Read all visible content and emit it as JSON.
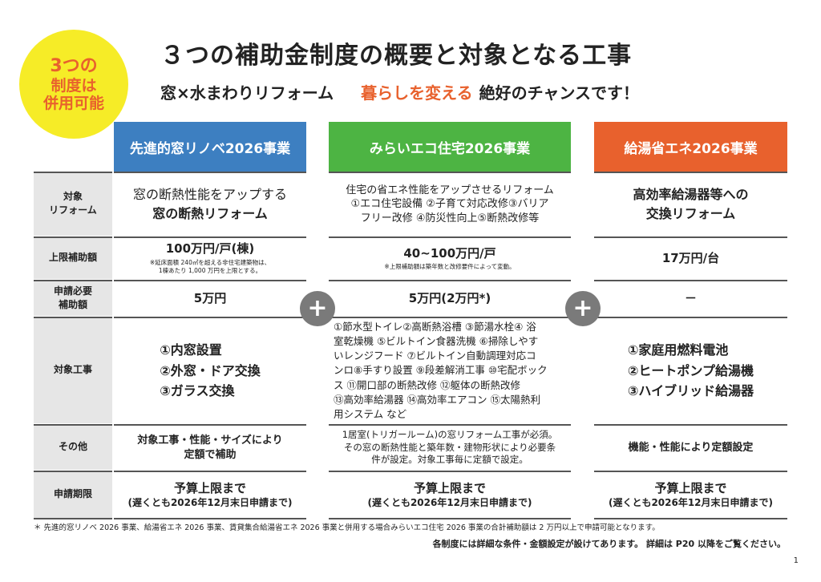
{
  "badge": {
    "line1": "3つの",
    "line2": "制度は",
    "line3": "併用可能"
  },
  "title": "３つの補助金制度の概要と対象となる工事",
  "subtitle": {
    "part1": "窓×水まわりリフォーム",
    "accent": "暮らしを変える",
    "part2": "絶好のチャンスです！"
  },
  "colors": {
    "blue": "#3d7fc1",
    "green": "#4db443",
    "orange": "#e8612d",
    "yellow": "#f6ec27",
    "label_bg": "#e6e6e6"
  },
  "columns": [
    {
      "name": "先進的窓リノベ2026事業"
    },
    {
      "name": "みらいエコ住宅2026事業"
    },
    {
      "name": "給湯省エネ2026事業"
    }
  ],
  "rows": {
    "target_reform": {
      "label_1": "対象",
      "label_2": "リフォーム",
      "c1_1": "窓の断熱性能をアップする",
      "c1_2": "窓の断熱リフォーム",
      "c2_1": "住宅の省エネ性能をアップさせるリフォーム",
      "c2_2": "①エコ住宅設備 ②子育て対応改修③バリア",
      "c2_3": "フリー改修 ④防災性向上⑤断熱改修等",
      "c3_1": "高効率給湯器等への",
      "c3_2": "交換リフォーム"
    },
    "max_subsidy": {
      "label": "上限補助額",
      "c1_main": "100万円/戸(棟)",
      "c1_note1": "※延床面積 240㎡を超える非住宅建築物は、",
      "c1_note2": "1棟あたり 1,000 万円を上限とする。",
      "c2_main": "40~100万円/戸",
      "c2_note": "※上限補助額は築年数と改修要件によって変動。",
      "c3_main": "17万円/台"
    },
    "min_required": {
      "label_1": "申請必要",
      "label_2": "補助額",
      "c1": "5万円",
      "c2": "5万円(2万円*)",
      "c3": "－"
    },
    "target_works": {
      "label": "対象工事",
      "c1": [
        "①内窓設置",
        "②外窓・ドア交換",
        "③ガラス交換"
      ],
      "c2": [
        "①節水型トイレ②高断熱浴槽 ③節湯水栓④ 浴",
        "室乾燥機 ⑤ビルトイン食器洗機 ⑥掃除しやす",
        "いレンジフード ⑦ビルトイン自動調理対応コ",
        "ンロ⑧手すり設置 ⑨段差解消工事 ⑩宅配ボック",
        "ス ⑪開口部の断熱改修 ⑫躯体の断熱改修",
        "⑬高効率給湯器 ⑭高効率エアコン ⑮太陽熱利",
        "用システム など"
      ],
      "c3": [
        "①家庭用燃料電池",
        "②ヒートポンプ給湯機",
        "③ハイブリッド給湯器"
      ]
    },
    "other": {
      "label": "その他",
      "c1_1": "対象工事・性能・サイズにより",
      "c1_2": "定額で補助",
      "c2_1": "1居室(トリガールーム)の窓リフォーム工事が必須。",
      "c2_2": "その窓の断熱性能と築年数・建物形状により必要条",
      "c2_3": "件が設定。対象工事毎に定額で設定。",
      "c3": "機能・性能により定額設定"
    },
    "deadline": {
      "label": "申請期限",
      "main": "予算上限まで",
      "sub": "(遅くとも2026年12月末日申請まで)"
    }
  },
  "plus_symbol": "+",
  "footnote": "＊ 先進的窓リノベ 2026 事業、給湯省エネ 2026 事業、賃貸集合給湯省エネ 2026 事業と併用する場合みらいエコ住宅 2026 事業の合計補助額は 2 万円以上で申請可能となります。",
  "note2": "各制度には詳細な条件・金額設定が設けてあります。 詳細は P20 以降をご覧ください。",
  "page_number": "1"
}
